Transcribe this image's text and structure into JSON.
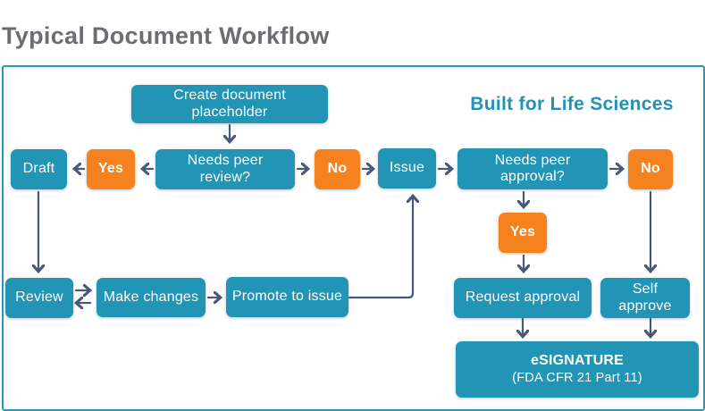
{
  "title": "Typical Document Workflow",
  "subtitle": "Built for Life Sciences",
  "colors": {
    "box_teal": "#2294b5",
    "box_orange": "#f5821f",
    "connector": "#4a5878",
    "frame_border": "#2a97bd",
    "title_gray": "#6d6d71",
    "subtitle_teal": "#2391b5",
    "box_text": "#ffffff"
  },
  "nodes": {
    "create": {
      "label": "Create document placeholder"
    },
    "draft": {
      "label": "Draft"
    },
    "yes_review": {
      "label": "Yes"
    },
    "needs_peer_review": {
      "label": "Needs peer review?"
    },
    "no_review": {
      "label": "No"
    },
    "issue": {
      "label": "Issue"
    },
    "needs_peer_approval": {
      "label": "Needs peer approval?"
    },
    "no_approval": {
      "label": "No"
    },
    "yes_approval": {
      "label": "Yes"
    },
    "review": {
      "label": "Review"
    },
    "make_changes": {
      "label": "Make changes"
    },
    "promote_to_issue": {
      "label": "Promote to issue"
    },
    "request_approval": {
      "label": "Request approval"
    },
    "self_approve": {
      "label": "Self approve"
    },
    "esignature": {
      "label": "eSIGNATURE",
      "sublabel": "(FDA CFR 21 Part 11)"
    }
  }
}
